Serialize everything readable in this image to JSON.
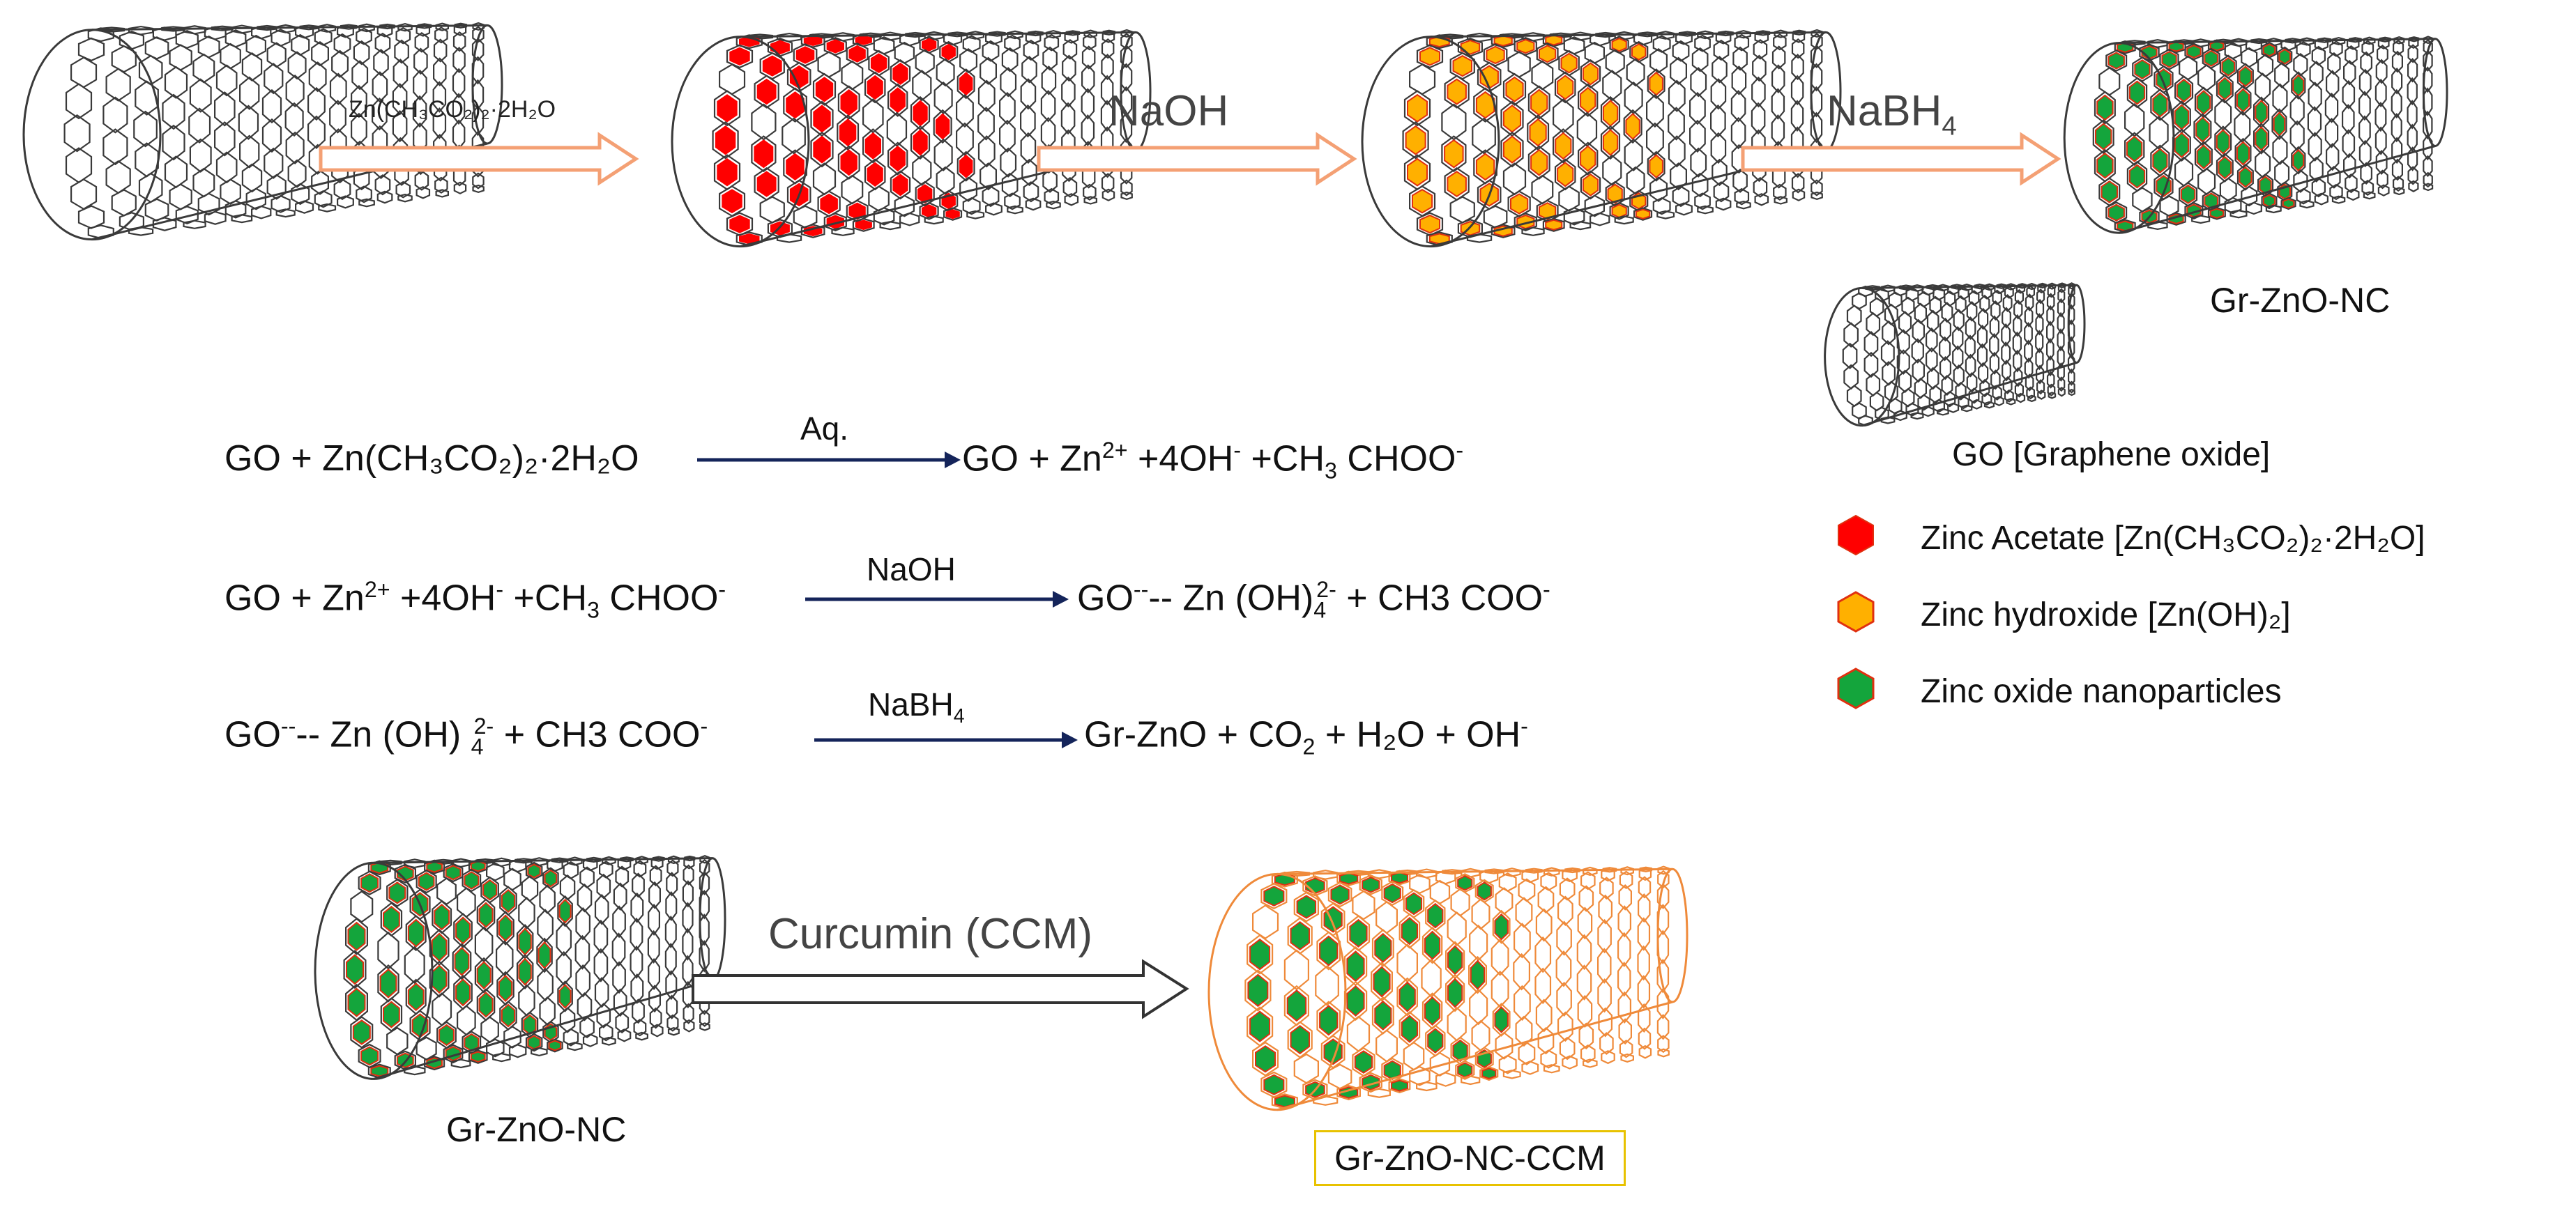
{
  "colors": {
    "tube_dark": "#3a3a3a",
    "tube_orange": "#ef8a3a",
    "zinc_acetate": "#ff0000",
    "zinc_hydroxide": "#ffb000",
    "zinc_oxide": "#14a53c",
    "particle_edge": "#e03010",
    "process_arrow": "#f4a074",
    "equation_arrow": "#14245a",
    "ccm_arrow": "#333333",
    "label_box": "#e8c200"
  },
  "process": {
    "arrow1_label": "Zn(CH₃CO₂)₂·2H₂O",
    "arrow2_label": "NaOH",
    "arrow3_label_main": "NaBH",
    "arrow3_label_sub": "4",
    "product_label": "Gr-ZnO-NC"
  },
  "legend": {
    "go_label": "GO [Graphene oxide]",
    "items": [
      {
        "icon": "red-hexagon-icon",
        "label": "Zinc Acetate [Zn(CH₃CO₂)₂·2H₂O]"
      },
      {
        "icon": "orange-hexagon-icon",
        "label": "Zinc hydroxide [Zn(OH)₂]"
      },
      {
        "icon": "green-hexagon-icon",
        "label": "Zinc oxide nanoparticles"
      }
    ]
  },
  "equations": {
    "eq1": {
      "left": "GO + Zn(CH₃CO₂)₂·2H₂O",
      "condition": "Aq.",
      "right_1": "GO + Zn",
      "right_sup1": "2+",
      "right_2": " +4OH",
      "right_sup2": "-",
      "right_3": " +CH",
      "right_sub3": "3",
      "right_4": " CHOO",
      "right_sup4": "-"
    },
    "eq2": {
      "left_1": "GO + Zn",
      "left_sup1": "2+",
      "left_2": " +4OH",
      "left_sup2": "-",
      "left_3": " +CH",
      "left_sub3": "3",
      "left_4": " CHOO",
      "left_sup4": "-",
      "condition": "NaOH",
      "right_1": "GO",
      "right_sup1": "--",
      "right_2": "-- Zn (OH)",
      "right_sub2": "4",
      "right_sup2": "2-",
      "right_3": " + CH3 COO",
      "right_sup3": "-"
    },
    "eq3": {
      "left_1": "GO",
      "left_sup1": "--",
      "left_2": "-- Zn (OH) ",
      "left_sub2": "4",
      "left_sup2": "2-",
      "left_3": "  + CH3 COO",
      "left_sup3": "-",
      "condition_main": "NaBH",
      "condition_sub": "4",
      "right_1": "Gr-ZnO  + CO",
      "right_sub1": "2",
      "right_2": " + H₂O + OH",
      "right_sup2": "-"
    }
  },
  "ccm": {
    "arrow_label": "Curcumin (CCM)",
    "input_label": "Gr-ZnO-NC",
    "output_label": "Gr-ZnO-NC-CCM"
  }
}
